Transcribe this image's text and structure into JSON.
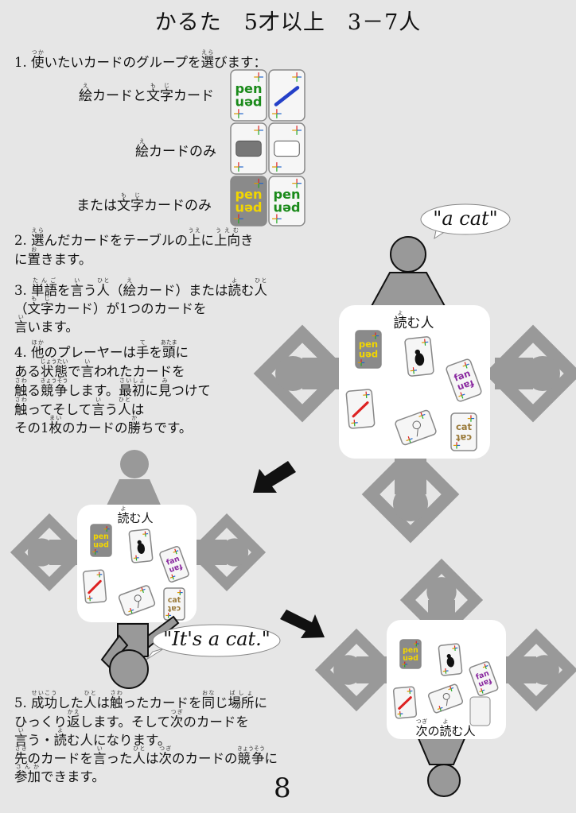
{
  "title": "かるた　5才以上　3－7人",
  "steps": [
    {
      "lines": [
        [
          "1.  ",
          [
            "使",
            "つか"
          ],
          "いたいカードのグループを",
          [
            "選",
            "えら"
          ],
          "びます："
        ]
      ]
    },
    {
      "lines": [
        [
          "2.  ",
          [
            "選",
            "えら"
          ],
          "んだカードをテーブルの",
          [
            "上",
            "うえ"
          ],
          "に",
          [
            "上向",
            "うえむ"
          ],
          "き"
        ],
        [
          "に",
          [
            "置",
            "お"
          ],
          "きます。"
        ]
      ]
    },
    {
      "lines": [
        [
          "3.  ",
          [
            "単語",
            "たんご"
          ],
          "を",
          [
            "言",
            "い"
          ],
          "う",
          [
            "人",
            "ひと"
          ],
          "（",
          [
            "絵",
            "え"
          ],
          "カード）または",
          [
            "読",
            "よ"
          ],
          "む",
          [
            "人",
            "ひと"
          ]
        ],
        [
          "（",
          [
            "文字",
            "もじ"
          ],
          "カード）が1つのカードを"
        ],
        [
          [
            "言",
            "い"
          ],
          "います。"
        ]
      ]
    },
    {
      "lines": [
        [
          "4.  ",
          [
            "他",
            "ほか"
          ],
          "のプレーヤーは",
          [
            "手",
            "て"
          ],
          "を",
          [
            "頭",
            "あたま"
          ],
          "に"
        ],
        [
          "ある",
          [
            "状態",
            "じょうたい"
          ],
          "で",
          [
            "言",
            "い"
          ],
          "われたカードを"
        ],
        [
          [
            "触",
            "さわ"
          ],
          "る",
          [
            "競争",
            "きょうそう"
          ],
          "します。",
          [
            "最初",
            "さいしょ"
          ],
          "に",
          [
            "見",
            "み"
          ],
          "つけて"
        ],
        [
          [
            "触",
            "さわ"
          ],
          "ってそして",
          [
            "言",
            "い"
          ],
          "う",
          [
            "人",
            "ひと"
          ],
          "は"
        ],
        [
          "その1",
          [
            "枚",
            "まい"
          ],
          "のカードの",
          [
            "勝",
            "か"
          ],
          "ちです。"
        ]
      ]
    },
    {
      "lines": [
        [
          "5.  ",
          [
            "成功",
            "せいこう"
          ],
          "した",
          [
            "人",
            "ひと"
          ],
          "は",
          [
            "触",
            "さわ"
          ],
          "ったカードを",
          [
            "同",
            "おな"
          ],
          "じ",
          [
            "場所",
            "ばしょ"
          ],
          "に"
        ],
        [
          "ひっくり",
          [
            "返",
            "かえ"
          ],
          "します。そして",
          [
            "次",
            "つぎ"
          ],
          "のカードを"
        ],
        [
          [
            "言",
            "い"
          ],
          "う・",
          [
            "読",
            "よ"
          ],
          "む人になります。"
        ],
        [
          [
            "先",
            "さき"
          ],
          "のカードを",
          [
            "言",
            "い"
          ],
          "った",
          [
            "人",
            "ひと"
          ],
          "は",
          [
            "次",
            "つぎ"
          ],
          "のカードの",
          [
            "競争",
            "きょうそう"
          ],
          "に"
        ],
        [
          [
            "参加",
            "さんか"
          ],
          "できます。"
        ]
      ]
    }
  ],
  "options": [
    {
      "label": [
        [
          "絵",
          "え"
        ],
        "カードと",
        [
          "文字",
          "もじ"
        ],
        "カード"
      ]
    },
    {
      "label": [
        [
          "絵",
          "え"
        ],
        "カードのみ"
      ]
    },
    {
      "label": [
        "または",
        [
          "文字",
          "もじ"
        ],
        "カードのみ"
      ]
    }
  ],
  "table_labels": {
    "reader": [
      [
        "読",
        "よ"
      ],
      "む人"
    ],
    "next_reader": [
      [
        "次",
        "つぎ"
      ],
      "の",
      [
        "読",
        "よ"
      ],
      "む人"
    ]
  },
  "bubbles": {
    "reader_says": "\"a cat\"",
    "player_says": "\"It's a cat.\""
  },
  "card_words": {
    "pen": "pen",
    "fan": "fan",
    "cat": "cat"
  },
  "colors": {
    "background": "#e6e6e6",
    "figure": "#999999",
    "table": "#ffffff",
    "pen_word": "#1a8a1a",
    "gray_word": "#f2d600",
    "fan_word": "#8a2aa0",
    "cat_word": "#9a7a3a"
  },
  "page_number": "8"
}
